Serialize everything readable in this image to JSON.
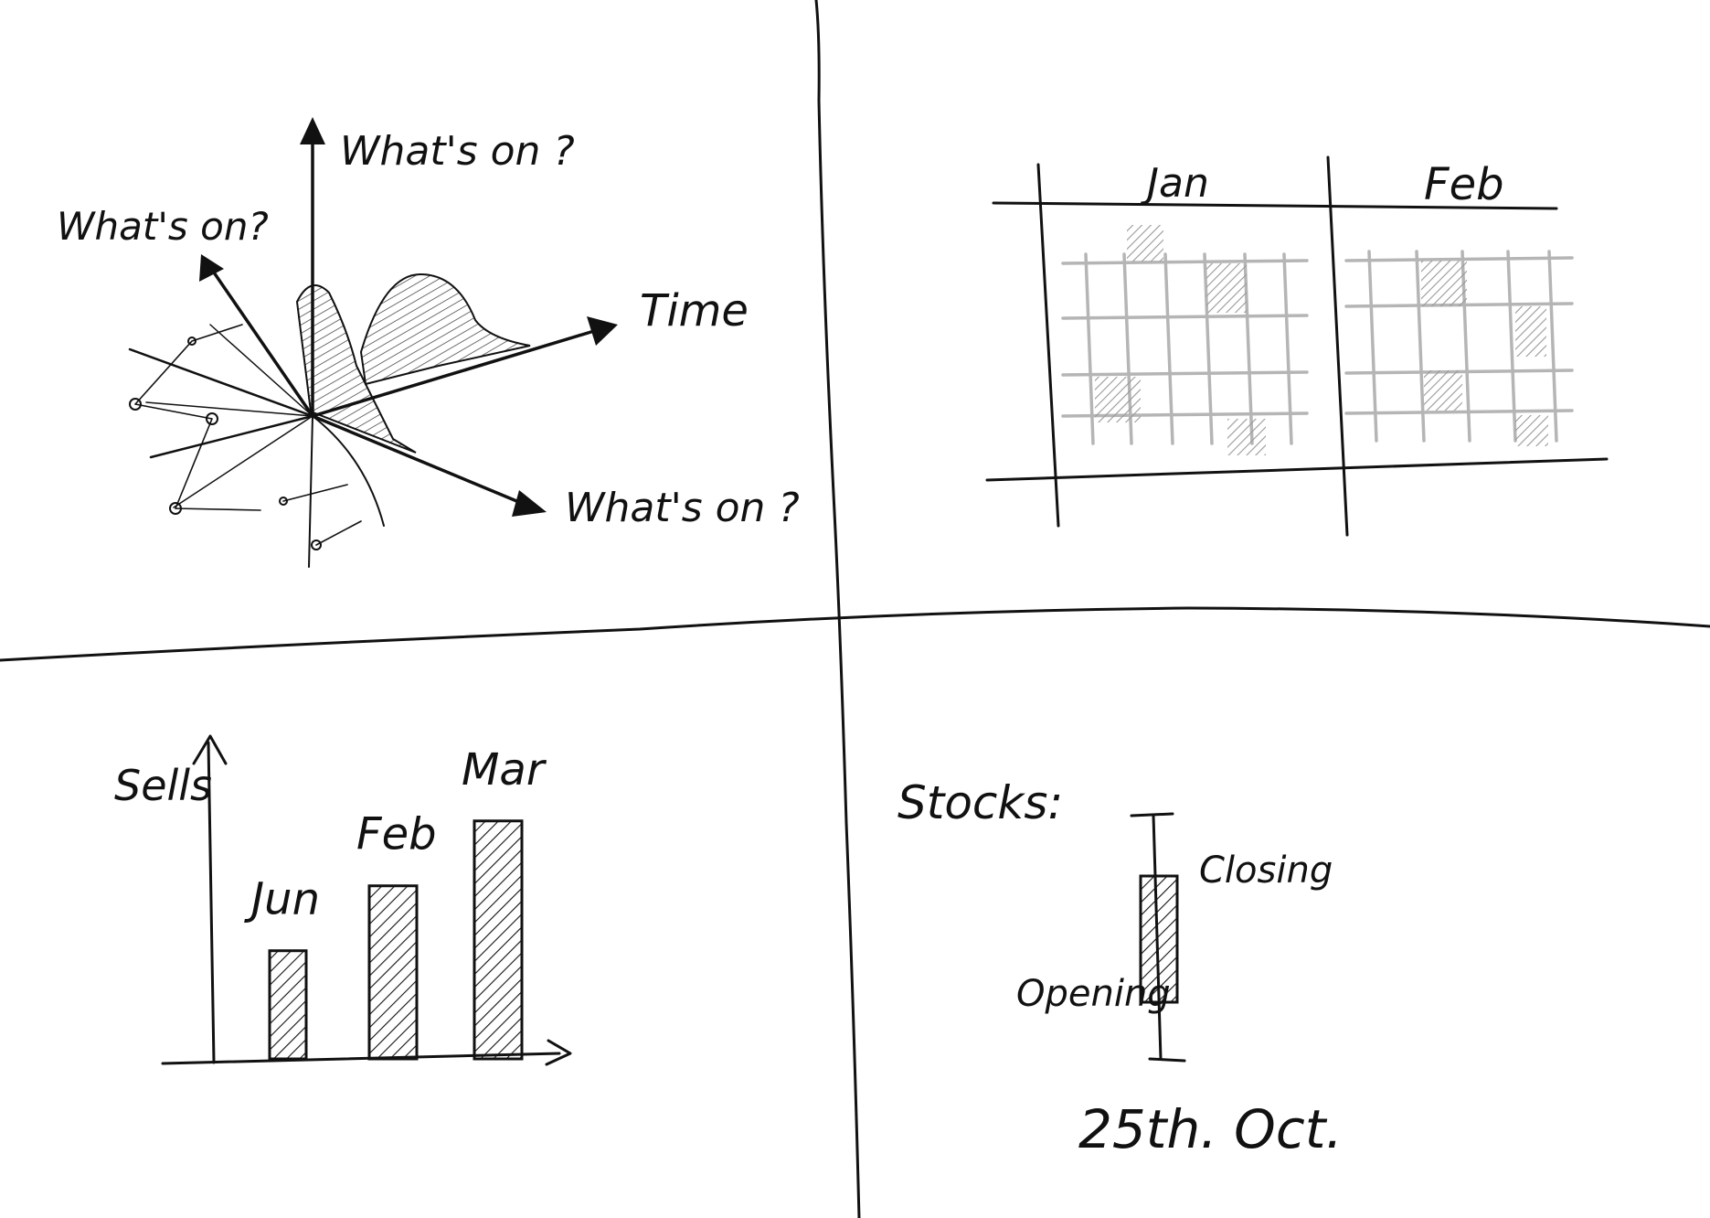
{
  "colors": {
    "ink": "#111111",
    "grid": "#b5b5b5",
    "shade": "#9a9a9a",
    "background": "#ffffff"
  },
  "panel_3d": {
    "axis_up_label": "What's on ?",
    "axis_left_label": "What's on?",
    "axis_time_label": "Time",
    "axis_bottom_label": "What's on ?"
  },
  "panel_calendar": {
    "months": [
      "Jan",
      "Feb"
    ]
  },
  "panel_bar": {
    "ylabel": "Sells",
    "chart_data": {
      "type": "bar",
      "categories": [
        "Jun",
        "Feb",
        "Mar"
      ],
      "values": [
        1,
        1.6,
        2.2
      ],
      "ylabel": "Sells",
      "ylim": [
        0,
        2.8
      ]
    }
  },
  "panel_stock": {
    "title": "Stocks:",
    "closing_label": "Closing",
    "opening_label": "Opening",
    "date_label": "25th. Oct."
  }
}
